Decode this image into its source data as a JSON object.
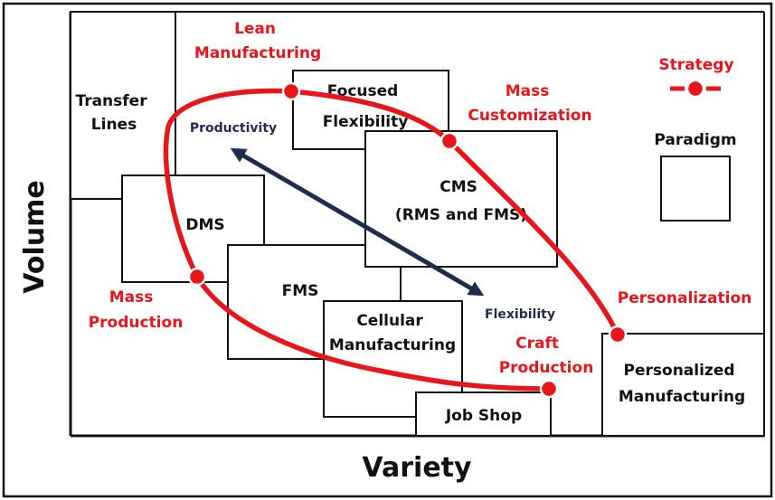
{
  "axes": {
    "x_label": "Variety",
    "y_label": "Volume"
  },
  "paradigms": {
    "transfer_lines": [
      "Transfer",
      "Lines"
    ],
    "focused_flexibility": [
      "Focused",
      "Flexibility"
    ],
    "dms": [
      "DMS"
    ],
    "cms": [
      "CMS",
      "(RMS and FMS)"
    ],
    "fms": [
      "FMS"
    ],
    "cellular": [
      "Cellular",
      "Manufacturing"
    ],
    "job_shop": [
      "Job Shop"
    ],
    "personalized": [
      "Personalized",
      "Manufacturing"
    ]
  },
  "strategies": {
    "lean": [
      "Lean",
      "Manufacturing"
    ],
    "mass_customization": [
      "Mass",
      "Customization"
    ],
    "mass_production": [
      "Mass",
      "Production"
    ],
    "craft_production": [
      "Craft",
      "Production"
    ],
    "personalization": [
      "Personalization"
    ]
  },
  "arrow": {
    "start_label": "Productivity",
    "end_label": "Flexibility"
  },
  "legend": {
    "strategy_label": "Strategy",
    "paradigm_label": "Paradigm"
  },
  "colors": {
    "strategy": "#e8151b",
    "arrow": "#1f2d4d",
    "ink": "#111111"
  }
}
